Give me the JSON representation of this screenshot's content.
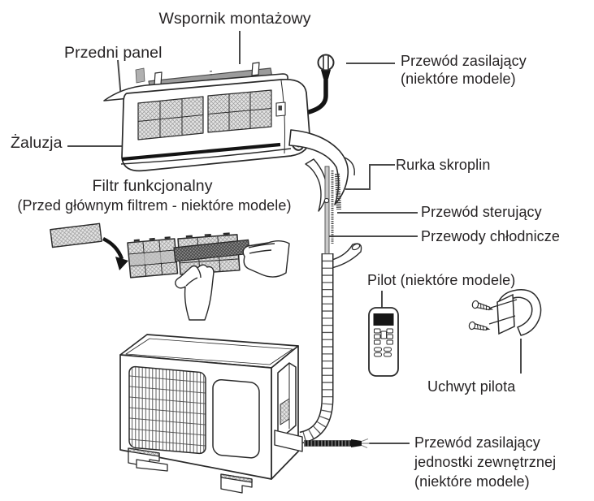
{
  "diagram": {
    "title_context": "Split air conditioner parts diagram",
    "labels": {
      "wspornik": "Wspornik montażowy",
      "przedni_panel": "Przedni panel",
      "zaluzja": "Żaluzja",
      "filtr_title": "Filtr funkcjonalny",
      "filtr_subtitle": "(Przed głównym filtrem - niektóre modele)",
      "przewod_zasilajacy": "Przewód zasilający\n(niektóre modele)",
      "rurka_skroplin": "Rurka skroplin",
      "przewod_sterujacy": "Przewód sterujący",
      "przewody_chlodnicze": "Przewody chłodnicze",
      "pilot": "Pilot (niektóre modele)",
      "uchwyt_pilota": "Uchwyt pilota",
      "przewod_zasilajacy_jednostki": "Przewód zasilający\njednostki zewnętrznej\n(niektóre modele)"
    },
    "colors": {
      "background": "#ffffff",
      "line_art": "#2a2a2a",
      "leader_line": "#4a4a4a",
      "label_text": "#262324",
      "bracket_gray": "#9b9b9b",
      "filter_mesh": "#e4e4e4",
      "inserted_filter": "#8f8f8f"
    }
  }
}
